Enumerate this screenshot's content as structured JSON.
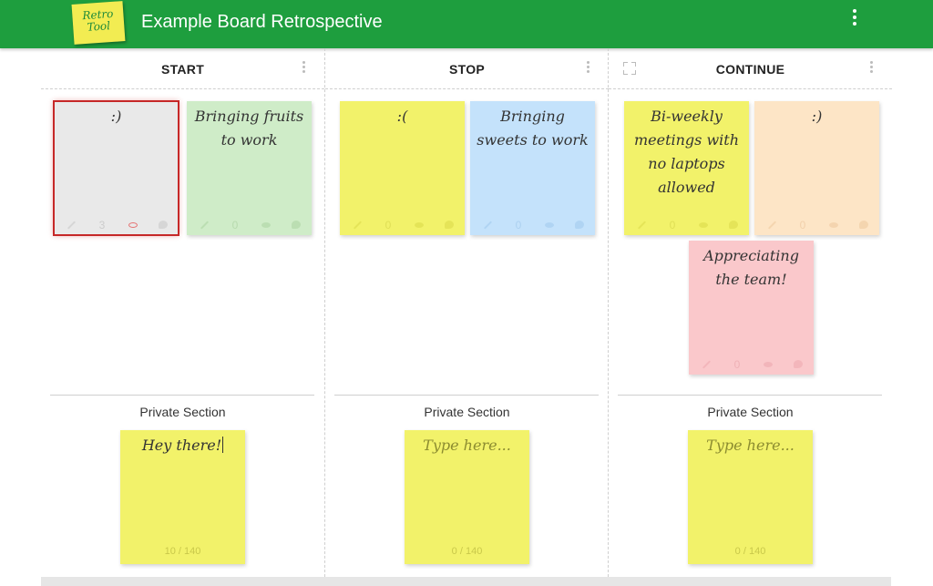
{
  "app": {
    "logo_line1": "Retro",
    "logo_line2": "Tool",
    "title": "Example Board Retrospective",
    "menu_icon": "more-vert-icon"
  },
  "colors": {
    "topbar": "#1e9e3e",
    "note_yellow": "#f2f26a",
    "note_green": "#cfecc8",
    "note_blue": "#c4e2fb",
    "note_peach": "#fde5c6",
    "note_pink": "#fac8cb",
    "note_gray": "#e9e9e9",
    "selected_border": "#c62828"
  },
  "columns": [
    {
      "title": "START",
      "notes": [
        {
          "text": ":)",
          "votes": "3",
          "color": "gray",
          "selected": true
        },
        {
          "text": "Bringing fruits to work",
          "votes": "0",
          "color": "green"
        }
      ],
      "private": {
        "label": "Private Section",
        "text": "Hey there!",
        "counter": "10 / 140"
      }
    },
    {
      "title": "STOP",
      "notes": [
        {
          "text": ":(",
          "votes": "0",
          "color": "yellow"
        },
        {
          "text": "Bringing sweets to work",
          "votes": "0",
          "color": "blue"
        }
      ],
      "private": {
        "label": "Private Section",
        "placeholder": "Type here...",
        "counter": "0 / 140"
      }
    },
    {
      "title": "CONTINUE",
      "notes": [
        {
          "text": "Bi-weekly meetings with no laptops allowed",
          "votes": "0",
          "color": "yellow"
        },
        {
          "text": ":)",
          "votes": "0",
          "color": "peach"
        },
        {
          "text": "Appreciating the team!",
          "votes": "0",
          "color": "pink"
        }
      ],
      "private": {
        "label": "Private Section",
        "placeholder": "Type here...",
        "counter": "0 / 140"
      }
    }
  ]
}
